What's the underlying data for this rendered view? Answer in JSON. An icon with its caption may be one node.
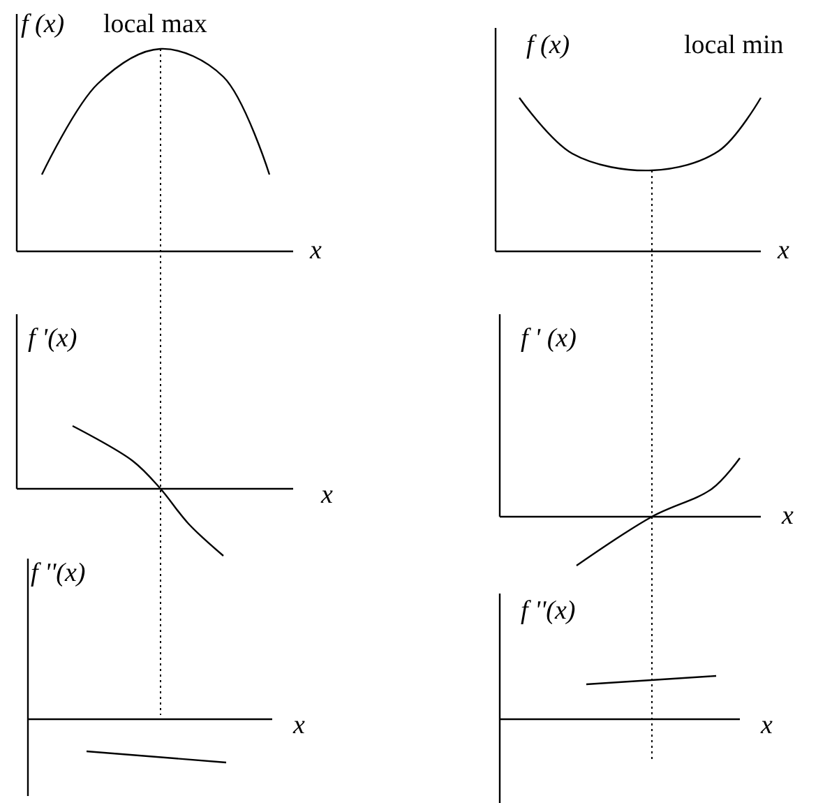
{
  "diagram": {
    "labels": [
      "f (x)",
      "local max",
      "f (x)",
      "local min",
      "x",
      "x",
      "f '(x)",
      "f ' (x)",
      "x",
      "x",
      "f ''(x)",
      "f ''(x)",
      "x",
      "x"
    ]
  }
}
